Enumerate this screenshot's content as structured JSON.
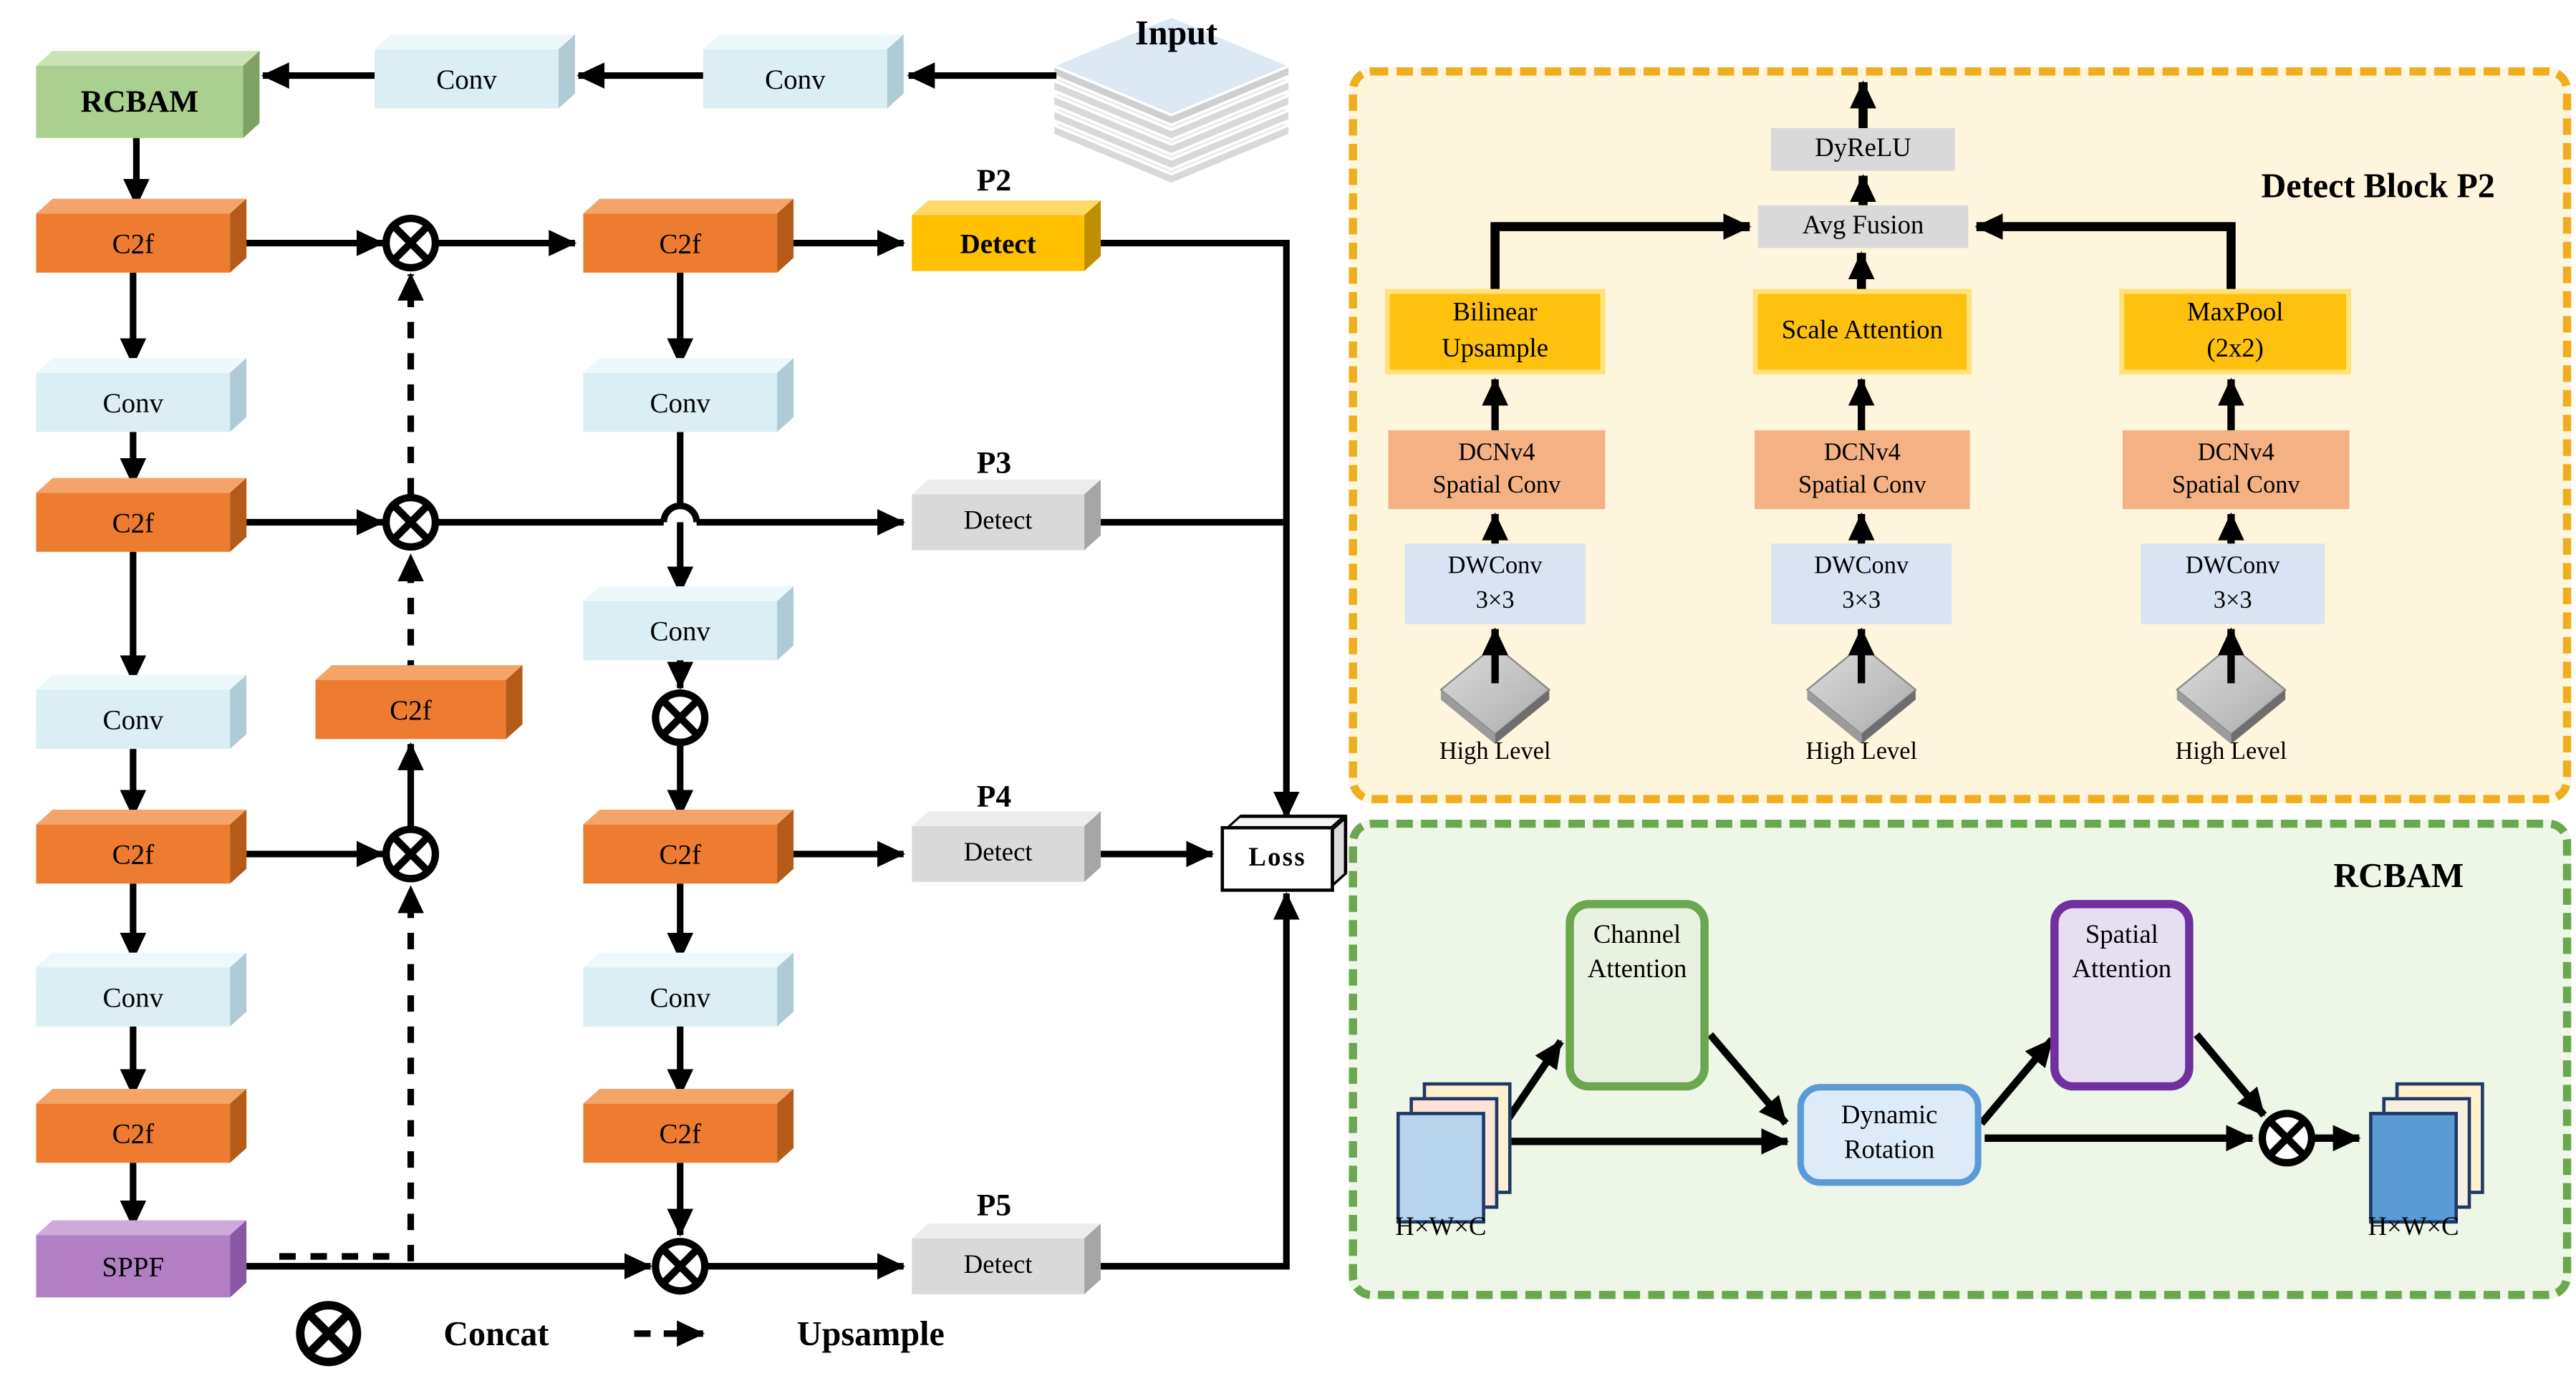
{
  "labels": {
    "input": "Input",
    "loss": "Loss",
    "p2": "P2",
    "p3": "P3",
    "p4": "P4",
    "p5": "P5"
  },
  "block_names": {
    "rcbam": "RCBAM",
    "conv": "Conv",
    "c2f": "C2f",
    "sppf": "SPPF",
    "detect": "Detect"
  },
  "legend": {
    "concat_icon": "circled-x-concat-symbol",
    "concat_label": "Concat",
    "upsample_icon": "dashed-arrow-upsample-symbol",
    "upsample_label": "Upsample"
  },
  "detect_panel": {
    "title": "Detect Block P2",
    "dyrelu": "DyReLU",
    "avg_fusion": "Avg Fusion",
    "branch1_op_l1": "Bilinear",
    "branch1_op_l2": "Upsample",
    "branch2_op": "Scale Attention",
    "branch3_op_l1": "MaxPool",
    "branch3_op_l2": "(2x2)",
    "dcnv4_l1": "DCNv4",
    "dcnv4_l2": "Spatial Conv",
    "dwconv_l1": "DWConv",
    "dwconv_l2": "3×3",
    "source": "High Level"
  },
  "rcbam_panel": {
    "title": "RCBAM",
    "channel_l1": "Channel",
    "channel_l2": "Attention",
    "dynamic_l1": "Dynamic",
    "dynamic_l2": "Rotation",
    "spatial_l1": "Spatial",
    "spatial_l2": "Attention",
    "input_dims": "H×W×C",
    "output_dims": "H×W×C"
  },
  "colors": {
    "c2f_orange": "#ED7C31",
    "conv_blue": "#DAEEF3",
    "rcbam_green": "#A9D08E",
    "sppf_purple": "#B27FC5",
    "detect_p2_yellow": "#FFC000",
    "detect_gray": "#D9D9D9",
    "detect_panel_bg": "#FDF5DC",
    "detect_panel_border": "#F0AD1D",
    "rcbam_panel_bg": "#EDF6E7",
    "rcbam_panel_border": "#6AA84F",
    "op_gold": "#FEC10D",
    "dcnv4_salmon": "#F4B183",
    "dwconv_blue": "#DAE3F3",
    "channel_attention_green": "#70AD47",
    "dynamic_rotation_blue": "#5B9BD5",
    "spatial_attention_purple": "#7030A0"
  }
}
